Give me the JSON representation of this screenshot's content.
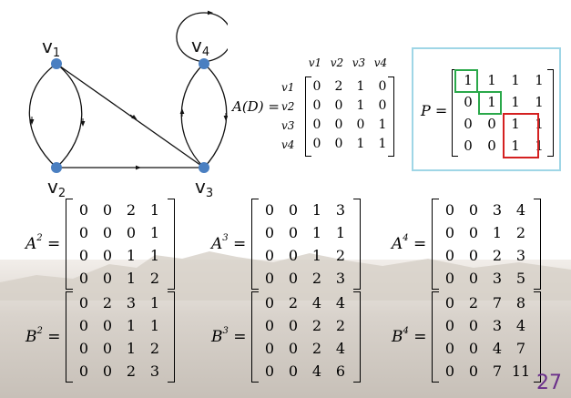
{
  "graph": {
    "vertices": [
      {
        "id": "v1",
        "label": "v1",
        "label_main": "v",
        "label_sub": "1"
      },
      {
        "id": "v2",
        "label": "v2",
        "label_main": "v",
        "label_sub": "2"
      },
      {
        "id": "v3",
        "label": "v3",
        "label_main": "v",
        "label_sub": "3"
      },
      {
        "id": "v4",
        "label": "v4",
        "label_main": "v",
        "label_sub": "4"
      }
    ],
    "edges": [
      {
        "from": "v1",
        "to": "v2",
        "count": 2
      },
      {
        "from": "v1",
        "to": "v3",
        "count": 1
      },
      {
        "from": "v2",
        "to": "v3",
        "count": 1
      },
      {
        "from": "v3",
        "to": "v4",
        "count": 1
      },
      {
        "from": "v4",
        "to": "v3",
        "count": 1
      },
      {
        "from": "v4",
        "to": "v4",
        "count": 1
      }
    ],
    "node_color": "#4a7fc1"
  },
  "adjacency": {
    "lhs": "A(D) =",
    "col_headers": [
      "v1",
      "v2",
      "v3",
      "v4"
    ],
    "row_headers": [
      "v1",
      "v2",
      "v3",
      "v4"
    ],
    "rows": [
      [
        "0",
        "2",
        "1",
        "0"
      ],
      [
        "0",
        "0",
        "1",
        "0"
      ],
      [
        "0",
        "0",
        "0",
        "1"
      ],
      [
        "0",
        "0",
        "1",
        "1"
      ]
    ]
  },
  "p_matrix": {
    "lhs": "P =",
    "rows": [
      [
        "1",
        "1",
        "1",
        "1"
      ],
      [
        "0",
        "1",
        "1",
        "1"
      ],
      [
        "0",
        "0",
        "1",
        "1"
      ],
      [
        "0",
        "0",
        "1",
        "1"
      ]
    ],
    "highlight_green": "#2aa84a",
    "highlight_red": "#d42020",
    "border_color": "#9fd6e6"
  },
  "powers": [
    {
      "id": "A2",
      "base": "A",
      "exp": "2",
      "rows": [
        [
          "0",
          "0",
          "2",
          "1"
        ],
        [
          "0",
          "0",
          "0",
          "1"
        ],
        [
          "0",
          "0",
          "1",
          "1"
        ],
        [
          "0",
          "0",
          "1",
          "2"
        ]
      ]
    },
    {
      "id": "A3",
      "base": "A",
      "exp": "3",
      "rows": [
        [
          "0",
          "0",
          "1",
          "3"
        ],
        [
          "0",
          "0",
          "1",
          "1"
        ],
        [
          "0",
          "0",
          "1",
          "2"
        ],
        [
          "0",
          "0",
          "2",
          "3"
        ]
      ]
    },
    {
      "id": "A4",
      "base": "A",
      "exp": "4",
      "rows": [
        [
          "0",
          "0",
          "3",
          "4"
        ],
        [
          "0",
          "0",
          "1",
          "2"
        ],
        [
          "0",
          "0",
          "2",
          "3"
        ],
        [
          "0",
          "0",
          "3",
          "5"
        ]
      ]
    },
    {
      "id": "B2",
      "base": "B",
      "exp": "2",
      "rows": [
        [
          "0",
          "2",
          "3",
          "1"
        ],
        [
          "0",
          "0",
          "1",
          "1"
        ],
        [
          "0",
          "0",
          "1",
          "2"
        ],
        [
          "0",
          "0",
          "2",
          "3"
        ]
      ]
    },
    {
      "id": "B3",
      "base": "B",
      "exp": "3",
      "rows": [
        [
          "0",
          "2",
          "4",
          "4"
        ],
        [
          "0",
          "0",
          "2",
          "2"
        ],
        [
          "0",
          "0",
          "2",
          "4"
        ],
        [
          "0",
          "0",
          "4",
          "6"
        ]
      ]
    },
    {
      "id": "B4",
      "base": "B",
      "exp": "4",
      "rows": [
        [
          "0",
          "2",
          "7",
          "8"
        ],
        [
          "0",
          "0",
          "3",
          "4"
        ],
        [
          "0",
          "0",
          "4",
          "7"
        ],
        [
          "0",
          "0",
          "7",
          "11"
        ]
      ]
    }
  ],
  "page_number": "27",
  "page_number_color": "#6a2f8a"
}
